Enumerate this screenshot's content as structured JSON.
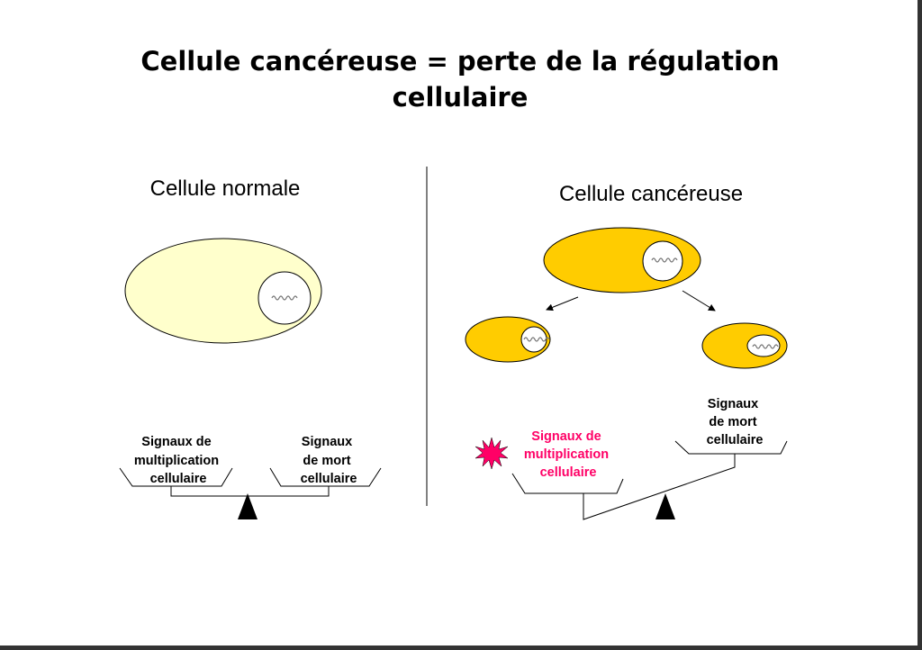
{
  "title": {
    "line1": "Cellule cancéreuse = perte de la régulation",
    "line2": "cellulaire"
  },
  "left": {
    "heading": "Cellule normale",
    "cell_color": "#FFFFCC",
    "scale": {
      "left_label": [
        "Signaux de",
        "multiplication",
        "cellulaire"
      ],
      "right_label": [
        "Signaux",
        "de mort",
        "cellulaire"
      ],
      "state": "balanced"
    }
  },
  "right": {
    "heading": "Cellule cancéreuse",
    "cell_color": "#FFCC00",
    "scale": {
      "left_label": [
        "Signaux de",
        "multiplication",
        "cellulaire"
      ],
      "left_label_color": "#FF0066",
      "right_label": [
        "Signaux",
        "de mort",
        "cellulaire"
      ],
      "state": "tilted-toward-multiplication"
    }
  }
}
